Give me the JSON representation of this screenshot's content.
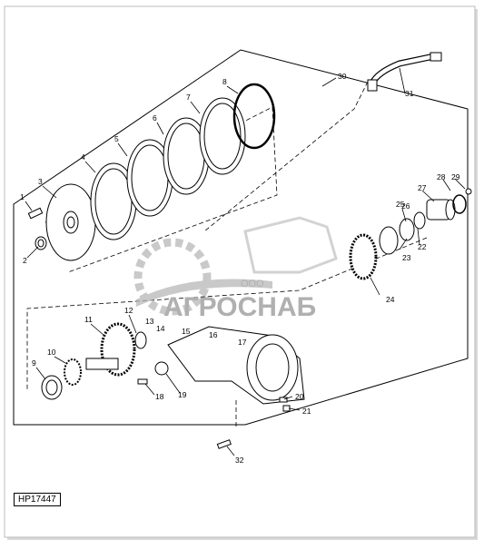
{
  "diagram": {
    "figure_code": "HP17447",
    "watermark_text": "АГРОСНАБ",
    "watermark_prefix": "ООО",
    "callouts": [
      "1",
      "2",
      "3",
      "4",
      "5",
      "6",
      "7",
      "8",
      "9",
      "10",
      "11",
      "12",
      "13",
      "14",
      "15",
      "16",
      "17",
      "18",
      "19",
      "20",
      "21",
      "22",
      "23",
      "24",
      "25",
      "26",
      "27",
      "28",
      "29",
      "30",
      "31",
      "32"
    ]
  },
  "colors": {
    "line": "#000000",
    "watermark": "#b8b8b8",
    "frame_shadow": "#d0d0d0"
  }
}
